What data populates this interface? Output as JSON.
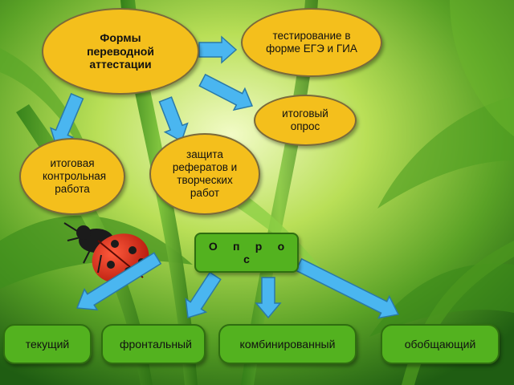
{
  "diagram": {
    "root": "Формы переводной аттестации",
    "forms": [
      "тестирование в форме ЕГЭ и ГИА",
      "итоговый опрос",
      "защита рефератов и творческих работ",
      "итоговая контрольная работа"
    ],
    "survey": {
      "label": "О п р о с",
      "types": [
        "текущий",
        "фронтальный",
        "комбинированный",
        "обобщающий"
      ]
    }
  },
  "colors": {
    "ellipse_fill": "#f4bf1c",
    "pill_fill": "#53b21f",
    "arrow_fill": "#4ab6f0"
  }
}
